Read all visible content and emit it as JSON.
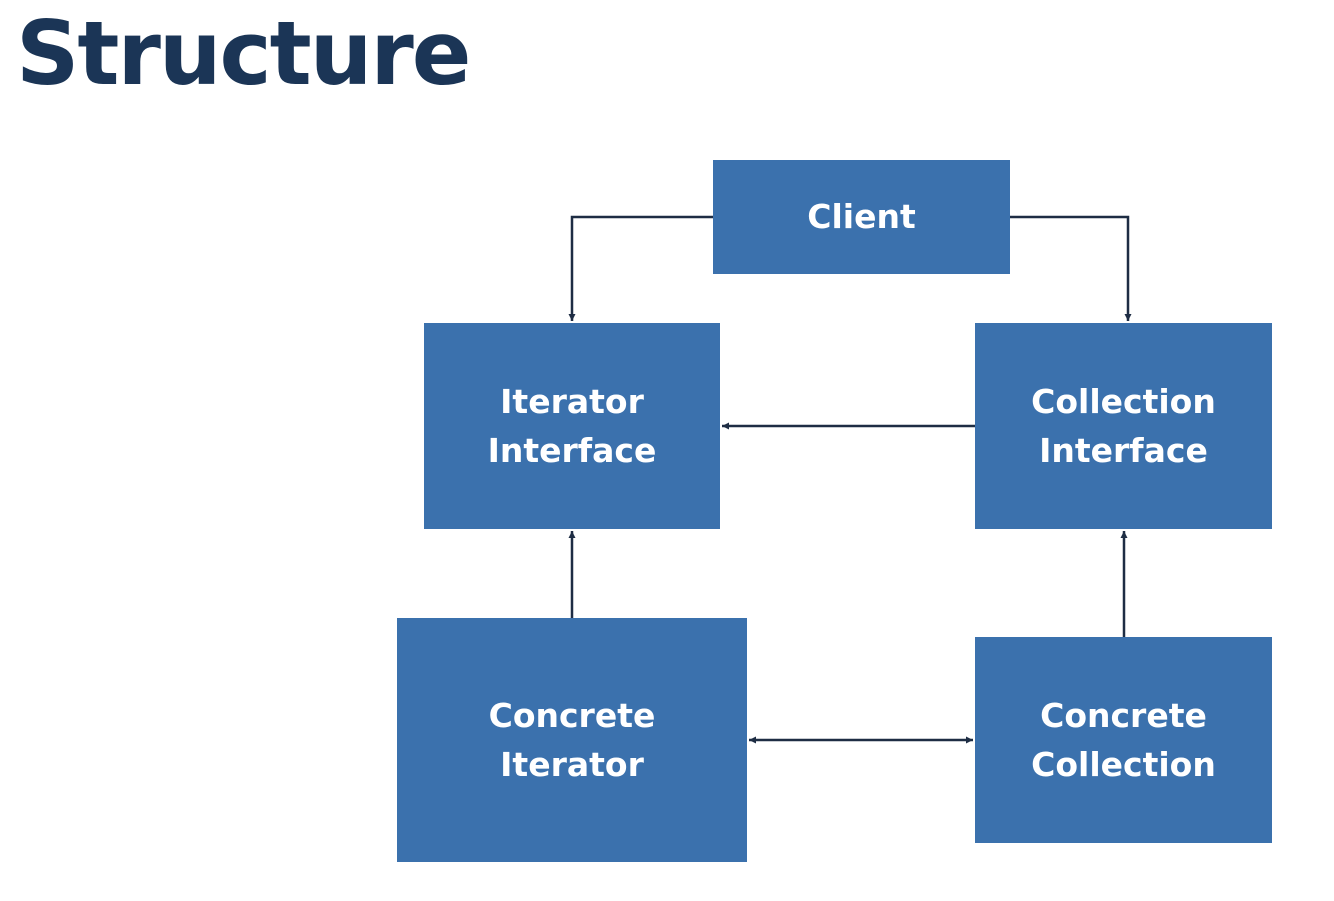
{
  "title": "Structure",
  "colors": {
    "title": "#1b3556",
    "box_fill": "#3b71ad",
    "box_text": "#ffffff",
    "connector": "#1e2d44"
  },
  "nodes": {
    "client": {
      "lines": [
        "Client"
      ]
    },
    "iterator_interface": {
      "lines": [
        "Iterator",
        "Interface"
      ]
    },
    "collection_interface": {
      "lines": [
        "Collection",
        "Interface"
      ]
    },
    "concrete_iterator": {
      "lines": [
        "Concrete",
        "Iterator"
      ]
    },
    "concrete_collection": {
      "lines": [
        "Concrete",
        "Collection"
      ]
    }
  },
  "edges": [
    {
      "from": "client",
      "to": "iterator_interface",
      "direction": "one-way"
    },
    {
      "from": "client",
      "to": "collection_interface",
      "direction": "one-way"
    },
    {
      "from": "collection_interface",
      "to": "iterator_interface",
      "direction": "one-way"
    },
    {
      "from": "concrete_iterator",
      "to": "iterator_interface",
      "direction": "one-way"
    },
    {
      "from": "concrete_collection",
      "to": "collection_interface",
      "direction": "one-way"
    },
    {
      "from": "concrete_iterator",
      "to": "concrete_collection",
      "direction": "two-way"
    }
  ]
}
